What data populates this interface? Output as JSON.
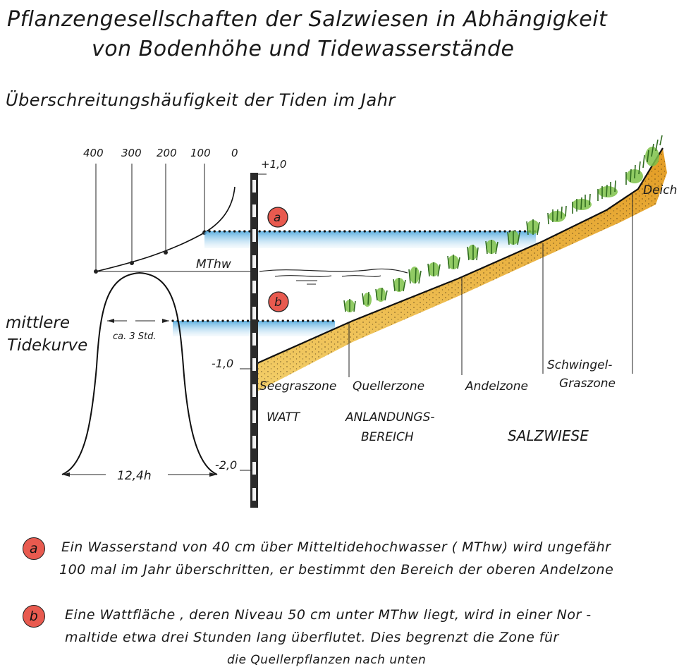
{
  "title": {
    "line1": "Pflanzengesellschaften  der Salzwiesen in Abhängigkeit",
    "line2": "von Bodenhöhe  und Tidewasserstände"
  },
  "subtitle": "Überschreitungshäufigkeit  der Tiden  im Jahr",
  "frequency_axis": {
    "ticks": [
      "400",
      "300",
      "200",
      "100",
      "0"
    ]
  },
  "gauge": {
    "labels": [
      "+1,0",
      "MThw",
      "-1,0",
      "-2,0"
    ]
  },
  "tide_curve": {
    "label_line1": "mittlere",
    "label_line2": "Tidekurve",
    "width_label": "ca. 3 Std.",
    "period_label": "12,4h"
  },
  "markers": {
    "a": "a",
    "b": "b"
  },
  "zones": {
    "seegras": "Seegraszone",
    "queller": "Quellerzone",
    "andel": "Andelzone",
    "schwingel_line1": "Schwingel-",
    "schwingel_line2": "Graszone",
    "deich": "Deich"
  },
  "areas": {
    "watt": "WATT",
    "anlandung_line1": "ANLANDUNGS-",
    "anlandung_line2": "BEREICH",
    "salzwiese": "SALZWIESE"
  },
  "notes": {
    "a_line1": "Ein Wasserstand  von  40 cm  über  Mitteltidehochwasser ( MThw) wird  ungefähr",
    "a_line2": "100 mal  im Jahr  überschritten, er bestimmt  den Bereich der oberen Andelzone",
    "b_line1": "Eine  Wattfläche , deren  Niveau  50 cm  unter  MThw liegt, wird  in einer  Nor -",
    "b_line2": "maltide  etwa   drei  Stunden  lang  überflutet.  Dies  begrenzt  die  Zone  für",
    "b_line3": "die Quellerpflanzen nach  unten"
  },
  "colors": {
    "water": "#6fb7e3",
    "soil": "#eaa836",
    "plant": "#3f8a2e",
    "marker": "#e85a4f"
  }
}
